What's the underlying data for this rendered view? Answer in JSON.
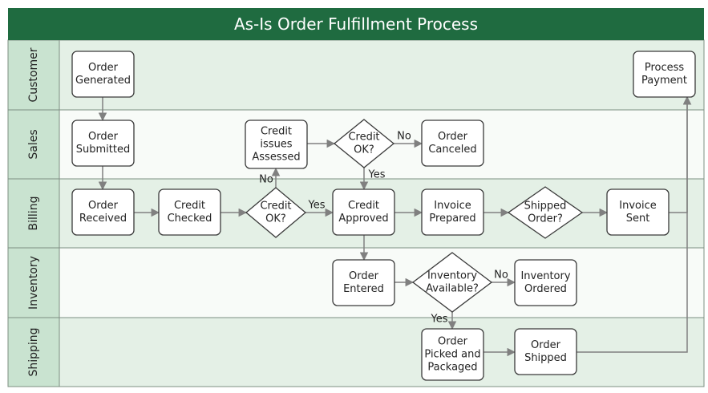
{
  "title": "As-Is Order Fulfillment Process",
  "colors": {
    "title_bar": "#1f6b40",
    "lane_header": "#c9e3d0",
    "lane_fill_green": "#e4f0e6",
    "lane_fill_white": "#f8fbf8",
    "border": "#7d8f82",
    "node_stroke": "#3a3a3a",
    "arrow": "#808080"
  },
  "lanes": [
    {
      "id": "customer",
      "label": "Customer"
    },
    {
      "id": "sales",
      "label": "Sales"
    },
    {
      "id": "billing",
      "label": "Billing"
    },
    {
      "id": "inventory",
      "label": "Inventory"
    },
    {
      "id": "shipping",
      "label": "Shipping"
    }
  ],
  "nodes": [
    {
      "id": "order-generated",
      "lane": "customer",
      "shape": "box",
      "lines": [
        "Order",
        "Generated"
      ]
    },
    {
      "id": "process-payment",
      "lane": "customer",
      "shape": "box",
      "lines": [
        "Process",
        "Payment"
      ]
    },
    {
      "id": "order-submitted",
      "lane": "sales",
      "shape": "box",
      "lines": [
        "Order",
        "Submitted"
      ]
    },
    {
      "id": "credit-issues-assessed",
      "lane": "sales",
      "shape": "box",
      "lines": [
        "Credit",
        "issues",
        "Assessed"
      ]
    },
    {
      "id": "credit-ok-sales",
      "lane": "sales",
      "shape": "diamond",
      "lines": [
        "Credit",
        "OK?"
      ]
    },
    {
      "id": "order-canceled",
      "lane": "sales",
      "shape": "box",
      "lines": [
        "Order",
        "Canceled"
      ]
    },
    {
      "id": "order-received",
      "lane": "billing",
      "shape": "box",
      "lines": [
        "Order",
        "Received"
      ]
    },
    {
      "id": "credit-checked",
      "lane": "billing",
      "shape": "box",
      "lines": [
        "Credit",
        "Checked"
      ]
    },
    {
      "id": "credit-ok-billing",
      "lane": "billing",
      "shape": "diamond",
      "lines": [
        "Credit",
        "OK?"
      ]
    },
    {
      "id": "credit-approved",
      "lane": "billing",
      "shape": "box",
      "lines": [
        "Credit",
        "Approved"
      ]
    },
    {
      "id": "invoice-prepared",
      "lane": "billing",
      "shape": "box",
      "lines": [
        "Invoice",
        "Prepared"
      ]
    },
    {
      "id": "shipped-order",
      "lane": "billing",
      "shape": "diamond",
      "lines": [
        "Shipped",
        "Order?"
      ]
    },
    {
      "id": "invoice-sent",
      "lane": "billing",
      "shape": "box",
      "lines": [
        "Invoice",
        "Sent"
      ]
    },
    {
      "id": "order-entered",
      "lane": "inventory",
      "shape": "box",
      "lines": [
        "Order",
        "Entered"
      ]
    },
    {
      "id": "inventory-available",
      "lane": "inventory",
      "shape": "diamond",
      "lines": [
        "Inventory",
        "Available?"
      ]
    },
    {
      "id": "inventory-ordered",
      "lane": "inventory",
      "shape": "box",
      "lines": [
        "Inventory",
        "Ordered"
      ]
    },
    {
      "id": "order-picked-packaged",
      "lane": "shipping",
      "shape": "box",
      "lines": [
        "Order",
        "Picked and",
        "Packaged"
      ]
    },
    {
      "id": "order-shipped",
      "lane": "shipping",
      "shape": "box",
      "lines": [
        "Order",
        "Shipped"
      ]
    }
  ],
  "edges": [
    {
      "from": "order-generated",
      "to": "order-submitted",
      "label": ""
    },
    {
      "from": "order-submitted",
      "to": "order-received",
      "label": ""
    },
    {
      "from": "order-received",
      "to": "credit-checked",
      "label": ""
    },
    {
      "from": "credit-checked",
      "to": "credit-ok-billing",
      "label": ""
    },
    {
      "from": "credit-ok-billing",
      "to": "credit-approved",
      "label": "Yes"
    },
    {
      "from": "credit-ok-billing",
      "to": "credit-issues-assessed",
      "label": "No"
    },
    {
      "from": "credit-issues-assessed",
      "to": "credit-ok-sales",
      "label": ""
    },
    {
      "from": "credit-ok-sales",
      "to": "order-canceled",
      "label": "No"
    },
    {
      "from": "credit-ok-sales",
      "to": "credit-approved",
      "label": "Yes"
    },
    {
      "from": "credit-approved",
      "to": "invoice-prepared",
      "label": ""
    },
    {
      "from": "invoice-prepared",
      "to": "shipped-order",
      "label": ""
    },
    {
      "from": "shipped-order",
      "to": "invoice-sent",
      "label": ""
    },
    {
      "from": "invoice-sent",
      "to": "process-payment",
      "label": ""
    },
    {
      "from": "credit-approved",
      "to": "order-entered",
      "label": ""
    },
    {
      "from": "order-entered",
      "to": "inventory-available",
      "label": ""
    },
    {
      "from": "inventory-available",
      "to": "inventory-ordered",
      "label": "No"
    },
    {
      "from": "inventory-available",
      "to": "order-picked-packaged",
      "label": "Yes"
    },
    {
      "from": "order-picked-packaged",
      "to": "order-shipped",
      "label": ""
    },
    {
      "from": "order-shipped",
      "to": "process-payment",
      "label": ""
    }
  ]
}
